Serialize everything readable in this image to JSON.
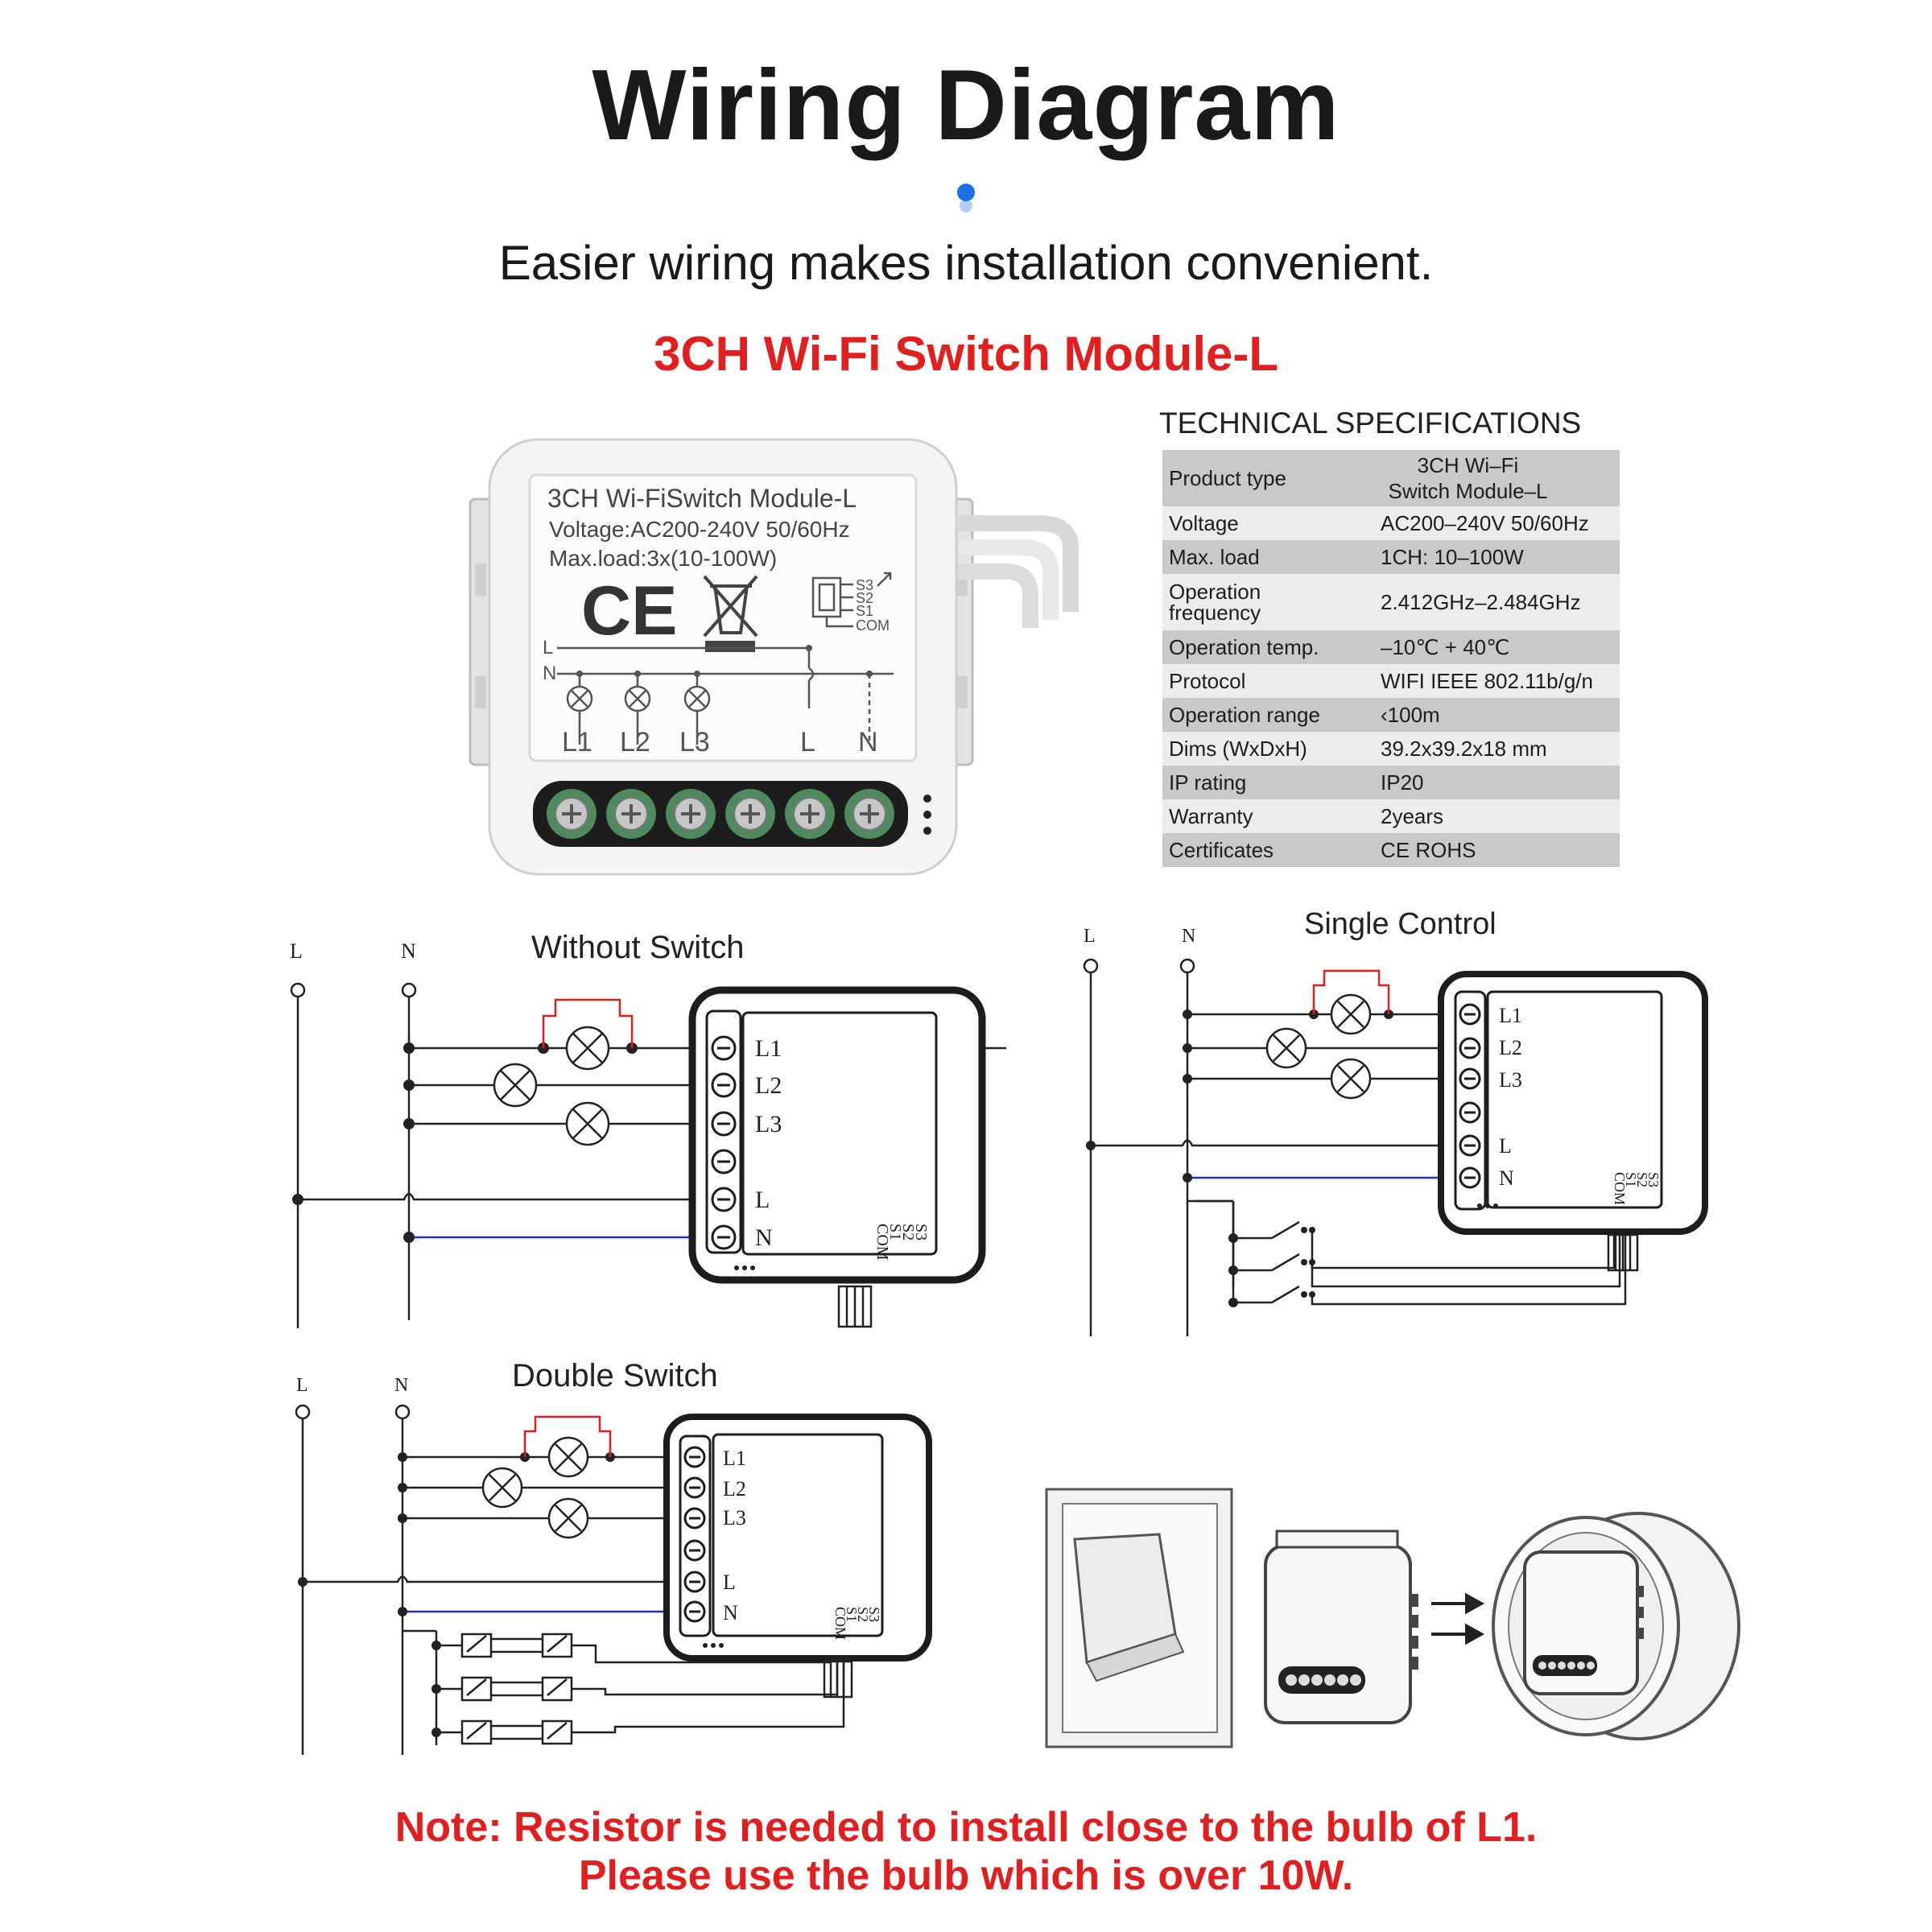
{
  "title": "Wiring Diagram",
  "subtitle": "Easier wiring makes installation convenient.",
  "product_name": "3CH Wi-Fi Switch Module-L",
  "colors": {
    "accent_red": "#e31e1e",
    "accent_blue": "#1a6fe6",
    "wire_blue": "#1f2fc0",
    "terminal_green": "#4e8a5d"
  },
  "module_label": {
    "line1": "3CH Wi-FiSwitch Module-L",
    "line2": "Voltage:AC200-240V 50/60Hz",
    "line3": "Max.load:3x(10-100W)",
    "ce": "CE",
    "switch_terms": [
      "S3",
      "S2",
      "S1",
      "COM"
    ],
    "l": "L",
    "n": "N",
    "bottom": [
      "L1",
      "L2",
      "L3",
      "L",
      "N"
    ]
  },
  "specs": {
    "heading": "TECHNICAL SPECIFICATIONS",
    "rows": [
      {
        "k": "Product type",
        "v": "3CH Wi–Fi\nSwitch Module–L"
      },
      {
        "k": "Voltage",
        "v": "AC200–240V 50/60Hz"
      },
      {
        "k": "Max. load",
        "v": "1CH: 10–100W"
      },
      {
        "k": "Operation\nfrequency",
        "v": "2.412GHz–2.484GHz"
      },
      {
        "k": "Operation temp.",
        "v": "–10℃ + 40℃"
      },
      {
        "k": "Protocol",
        "v": "WIFI  IEEE 802.11b/g/n"
      },
      {
        "k": "Operation range",
        "v": "‹100m"
      },
      {
        "k": "Dims (WxDxH)",
        "v": "39.2x39.2x18 mm"
      },
      {
        "k": "IP rating",
        "v": "IP20"
      },
      {
        "k": "Warranty",
        "v": "2years"
      },
      {
        "k": "Certificates",
        "v": "CE ROHS"
      }
    ]
  },
  "diagrams": {
    "without_switch": "Without Switch",
    "single_control": "Single Control",
    "double_switch": "Double Switch",
    "line_l": "L",
    "line_n": "N",
    "terminals": [
      "L1",
      "L2",
      "L3",
      "L",
      "N"
    ],
    "switch_terms": [
      "S3",
      "S2",
      "S1",
      "COM"
    ]
  },
  "note": {
    "line1": "Note: Resistor is needed to install close to the bulb of L1.",
    "line2": "Please use the bulb which is over 10W."
  }
}
